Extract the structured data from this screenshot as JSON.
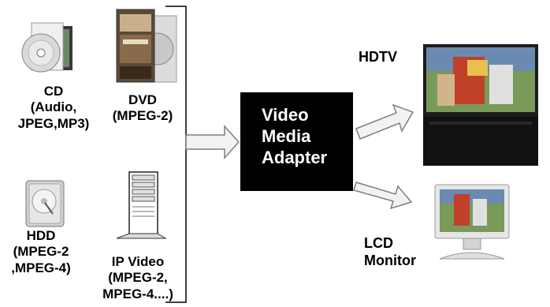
{
  "colors": {
    "adapter_fill": "#000000",
    "adapter_text": "#ffffff",
    "arrow_fill": "#f2f2f2",
    "arrow_stroke": "#7f7f7f",
    "bracket": "#000000"
  },
  "sources": {
    "cd": {
      "icon": "cd-disc-icon",
      "label": "CD\n(Audio,\nJPEG,MP3)"
    },
    "dvd": {
      "icon": "dvd-case-icon",
      "label": "DVD\n(MPEG-2)"
    },
    "hdd": {
      "icon": "hard-drive-icon",
      "label": "HDD\n(MPEG-2\n,MPEG-4)"
    },
    "ip_video": {
      "icon": "server-tower-icon",
      "label": "IP Video\n(MPEG-2,\nMPEG-4....)"
    }
  },
  "adapter": {
    "label": "Video\nMedia\nAdapter"
  },
  "outputs": {
    "hdtv": {
      "icon": "hdtv-icon",
      "label": "HDTV"
    },
    "lcd": {
      "icon": "lcd-monitor-icon",
      "label": "LCD\nMonitor"
    }
  }
}
